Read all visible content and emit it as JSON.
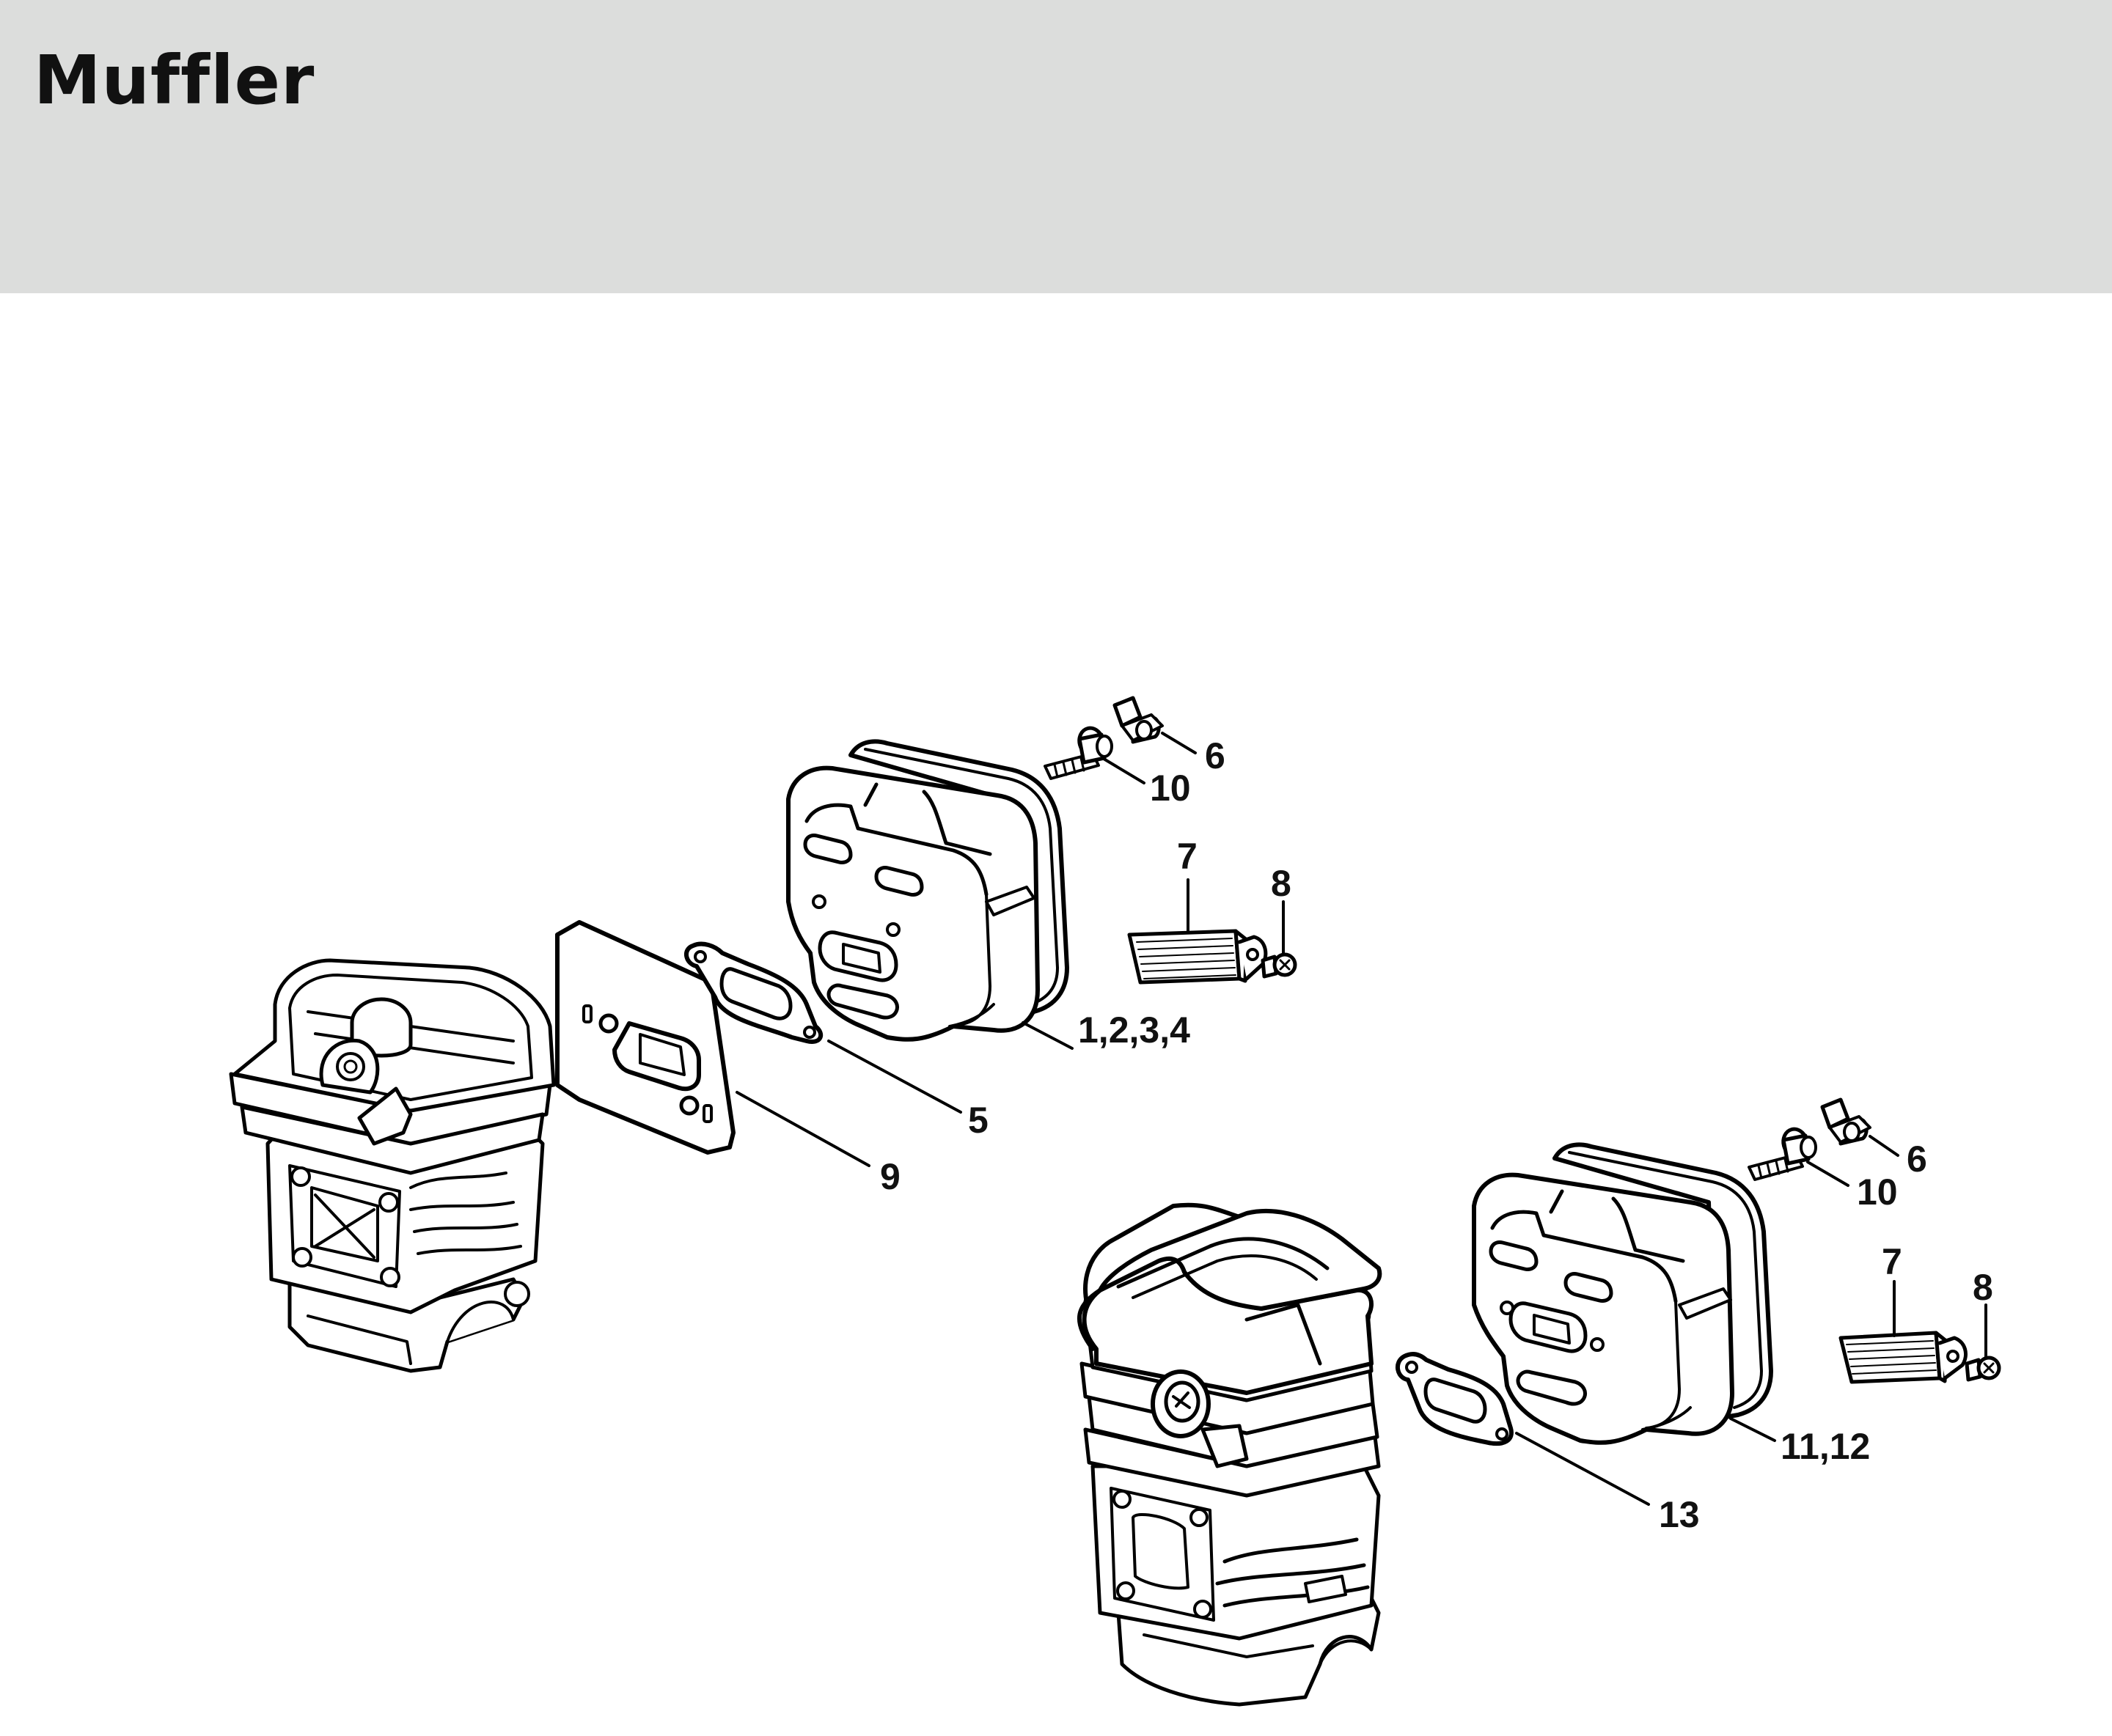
{
  "header": {
    "title": "Muffler"
  },
  "callouts": [
    {
      "id": "c6a",
      "text": "6"
    },
    {
      "id": "c10a",
      "text": "10"
    },
    {
      "id": "c7a",
      "text": "7"
    },
    {
      "id": "c8a",
      "text": "8"
    },
    {
      "id": "c1234",
      "text": "1,2,3,4"
    },
    {
      "id": "c5",
      "text": "5"
    },
    {
      "id": "c9",
      "text": "9"
    },
    {
      "id": "c6b",
      "text": "6"
    },
    {
      "id": "c10b",
      "text": "10"
    },
    {
      "id": "c7b",
      "text": "7"
    },
    {
      "id": "c8b",
      "text": "8"
    },
    {
      "id": "c1112",
      "text": "11,12"
    },
    {
      "id": "c13",
      "text": "13"
    }
  ]
}
